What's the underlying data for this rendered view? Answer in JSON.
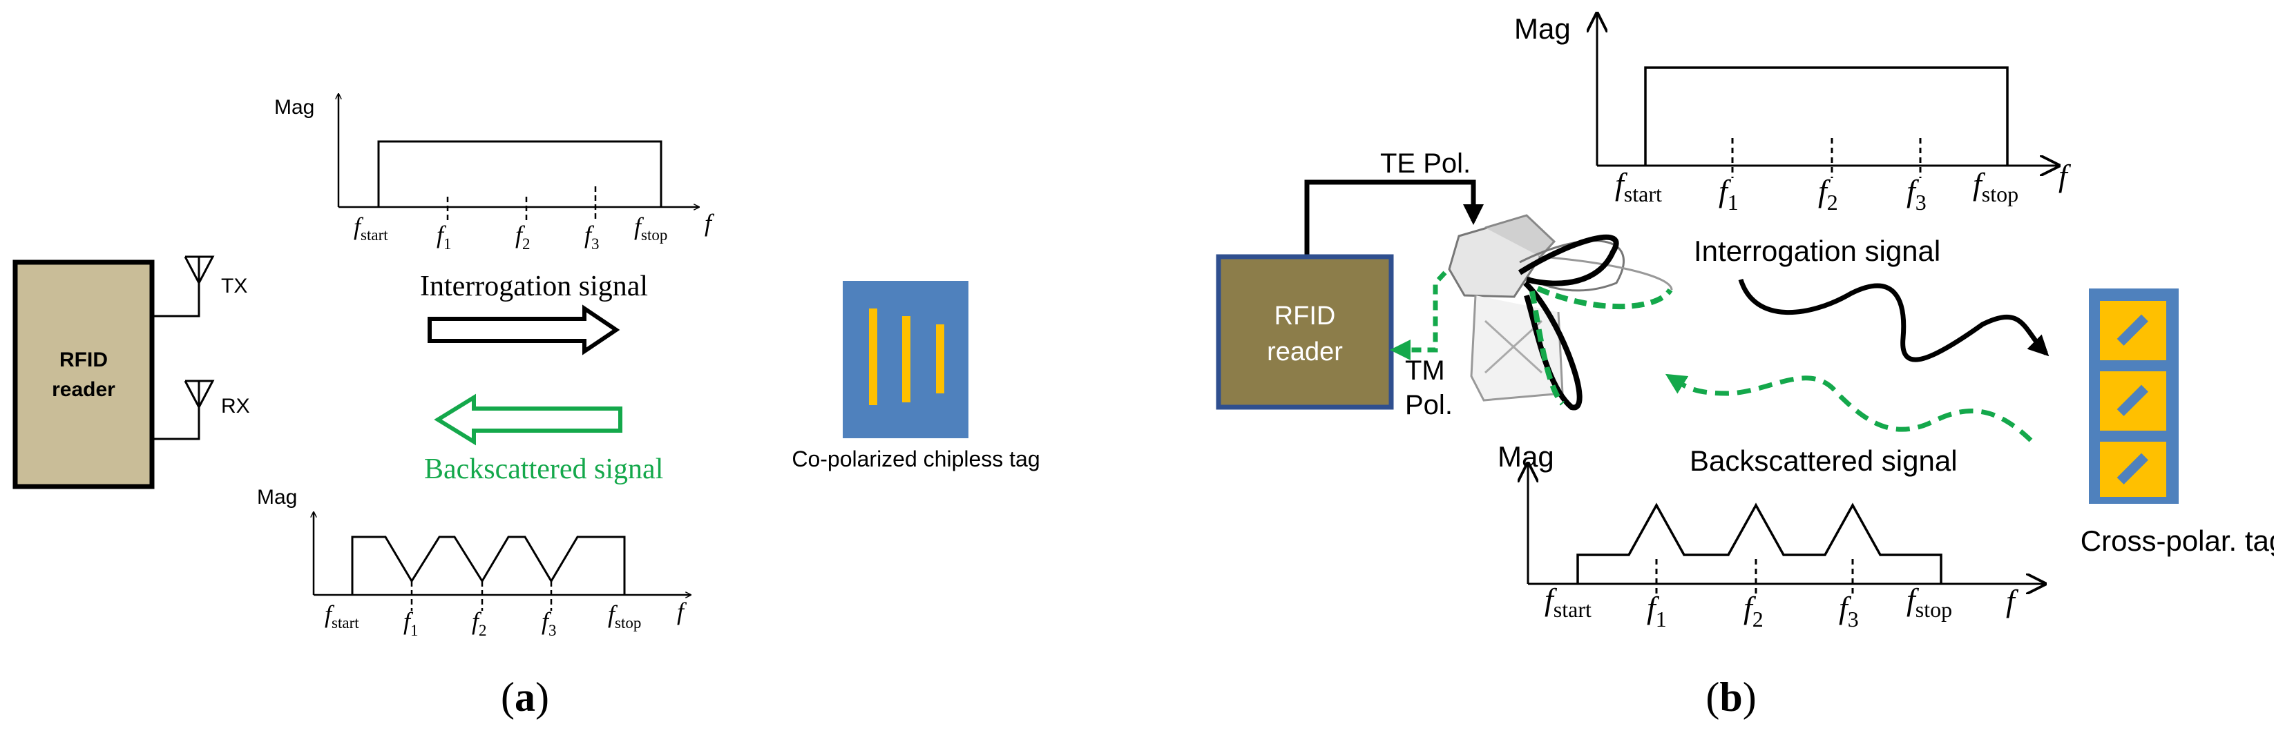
{
  "colors": {
    "reader_a_fill": "#c9bd98",
    "reader_b_fill": "#8c7d4a",
    "reader_b_border": "#2f4f8f",
    "tag_blue": "#4f81bd",
    "tag_bar": "#ffc000",
    "green": "#14a84b"
  },
  "icons": {
    "antenna": "antenna-icon",
    "horn_antenna": "horn-antenna-icon"
  },
  "panel_a": {
    "reader_label_1": "RFID",
    "reader_label_2": "reader",
    "tx_label": "TX",
    "rx_label": "RX",
    "interrogation_label": "Interrogation signal",
    "backscattered_label": "Backscattered signal",
    "tag_label": "Co-polarized chipless tag",
    "caption_letter": "a",
    "top_spectrum": {
      "mag_label": "Mag",
      "f_label": "f",
      "fstart": {
        "base": "f",
        "sub": "start"
      },
      "f1": {
        "base": "f",
        "sub": "1"
      },
      "f2": {
        "base": "f",
        "sub": "2"
      },
      "f3": {
        "base": "f",
        "sub": "3"
      },
      "fstop": {
        "base": "f",
        "sub": "stop"
      }
    },
    "bottom_spectrum": {
      "mag_label": "Mag",
      "f_label": "f",
      "fstart": {
        "base": "f",
        "sub": "start"
      },
      "f1": {
        "base": "f",
        "sub": "1"
      },
      "f2": {
        "base": "f",
        "sub": "2"
      },
      "f3": {
        "base": "f",
        "sub": "3"
      },
      "fstop": {
        "base": "f",
        "sub": "stop"
      }
    }
  },
  "panel_b": {
    "reader_label_1": "RFID",
    "reader_label_2": "reader",
    "te_label": "TE Pol.",
    "tm_label_1": "TM",
    "tm_label_2": "Pol.",
    "interrogation_label": "Interrogation signal",
    "backscattered_label": "Backscattered signal",
    "tag_label": "Cross-polar. tag",
    "caption_letter": "b",
    "top_spectrum": {
      "mag_label": "Mag",
      "f_label": "f",
      "fstart": {
        "base": "f",
        "sub": "start"
      },
      "f1": {
        "base": "f",
        "sub": "1"
      },
      "f2": {
        "base": "f",
        "sub": "2"
      },
      "f3": {
        "base": "f",
        "sub": "3"
      },
      "fstop": {
        "base": "f",
        "sub": "stop"
      }
    },
    "bottom_spectrum": {
      "mag_label": "Mag",
      "f_label": "f",
      "fstart": {
        "base": "f",
        "sub": "start"
      },
      "f1": {
        "base": "f",
        "sub": "1"
      },
      "f2": {
        "base": "f",
        "sub": "2"
      },
      "f3": {
        "base": "f",
        "sub": "3"
      },
      "fstop": {
        "base": "f",
        "sub": "stop"
      }
    }
  }
}
